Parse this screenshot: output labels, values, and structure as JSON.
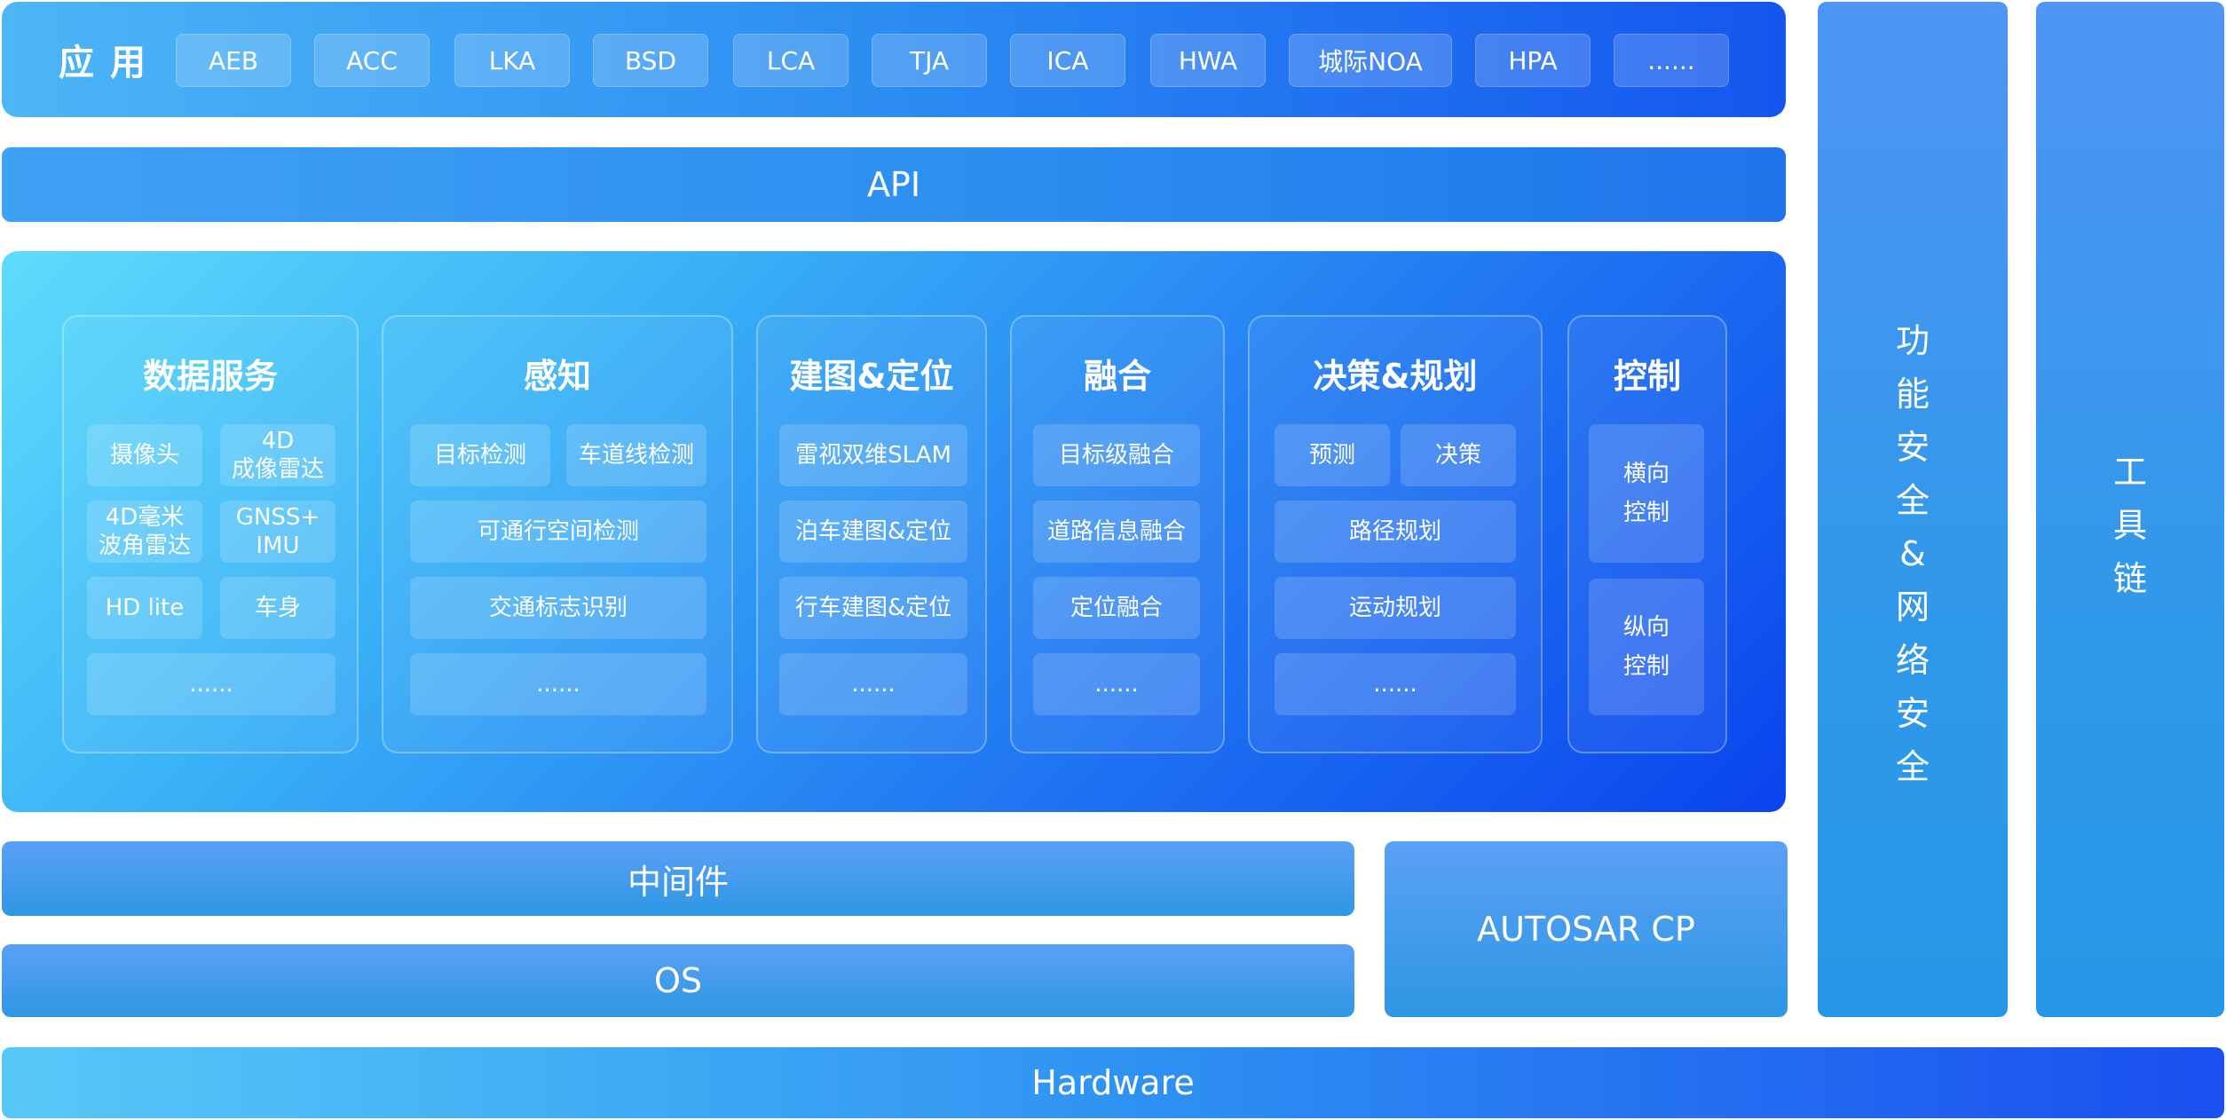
{
  "app_layer": {
    "label": "应用",
    "items": [
      "AEB",
      "ACC",
      "LKA",
      "BSD",
      "LCA",
      "TJA",
      "ICA",
      "HWA",
      "城际NOA",
      "HPA",
      "......"
    ]
  },
  "api": {
    "label": "API"
  },
  "modules": {
    "data_service": {
      "title": "数据服务",
      "items": [
        "摄像头",
        "4D\n成像雷达",
        "4D毫米\n波角雷达",
        "GNSS+\nIMU",
        "HD lite",
        "车身",
        "......"
      ]
    },
    "perception": {
      "title": "感知",
      "items": [
        "目标检测",
        "车道线检测",
        "可通行空间检测",
        "交通标志识别",
        "......"
      ]
    },
    "mapping_localization": {
      "title": "建图&定位",
      "items": [
        "雷视双维SLAM",
        "泊车建图&定位",
        "行车建图&定位",
        "......"
      ]
    },
    "fusion": {
      "title": "融合",
      "items": [
        "目标级融合",
        "道路信息融合",
        "定位融合",
        "......"
      ]
    },
    "decision_planning": {
      "title": "决策&规划",
      "items": [
        "预测",
        "决策",
        "路径规划",
        "运动规划",
        "......"
      ]
    },
    "control": {
      "title": "控制",
      "items": [
        "横向\n控制",
        "纵向\n控制"
      ]
    }
  },
  "middleware": {
    "label": "中间件"
  },
  "os": {
    "label": "OS"
  },
  "autosar": {
    "label": "AUTOSAR CP"
  },
  "safety": {
    "chars": [
      "功",
      "能",
      "安",
      "全",
      "&",
      "网",
      "络",
      "安",
      "全"
    ]
  },
  "toolchain": {
    "chars": [
      "工",
      "具",
      "链"
    ]
  },
  "hardware": {
    "label": "Hardware"
  }
}
